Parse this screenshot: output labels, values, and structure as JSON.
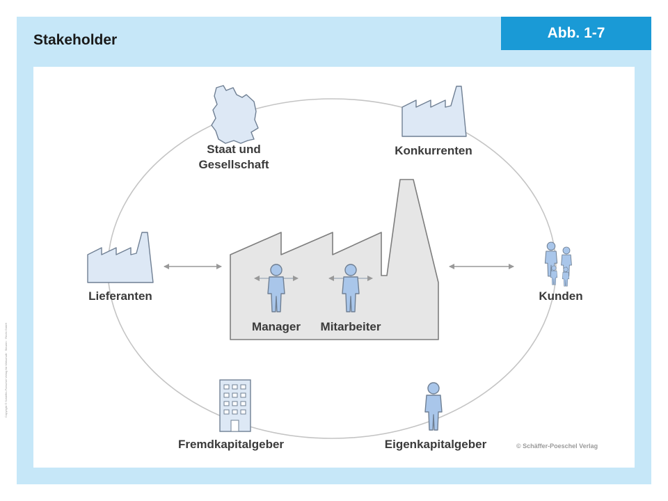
{
  "header": {
    "title": "Stakeholder",
    "figure_label": "Abb. 1-7"
  },
  "diagram": {
    "center": {
      "people": [
        "Manager",
        "Mitarbeiter"
      ]
    },
    "stakeholders": {
      "staat": "Staat und\nGesellschaft",
      "konkurrenten": "Konkurrenten",
      "lieferanten": "Lieferanten",
      "kunden": "Kunden",
      "fremdkapitalgeber": "Fremdkapitalgeber",
      "eigenkapitalgeber": "Eigenkapitalgeber"
    },
    "copyright": "© Schäffer-Poeschel Verlag",
    "side_note": "Copyright © Schäffer-Poeschel Verlag für Wirtschaft · Steuern · Recht GmbH"
  },
  "colors": {
    "frame": "#c6e7f8",
    "badge": "#1a9ad6",
    "icon_fill": "#dde8f5",
    "person_fill": "#a9c6ea",
    "factory_fill": "#e6e6e6",
    "stroke": "#808080"
  }
}
